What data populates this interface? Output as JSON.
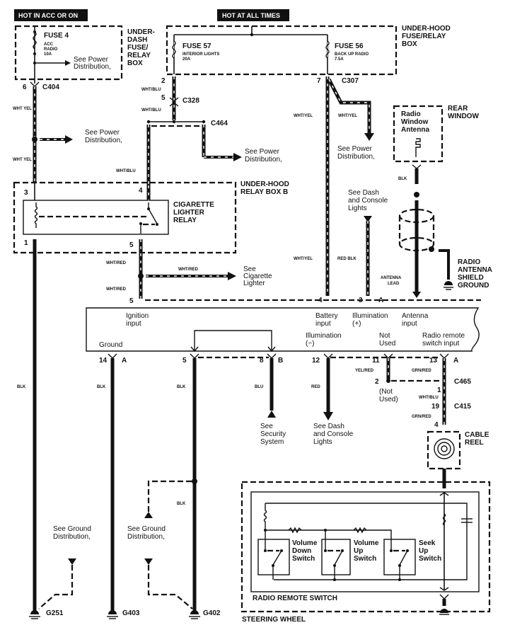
{
  "title": "Radio Wiring Diagram",
  "power_labels": {
    "acc": "HOT IN ACC OR ON",
    "always": "HOT AT ALL TIMES"
  },
  "fuses": {
    "fuse4": {
      "name": "FUSE 4",
      "desc1": "ACC",
      "desc2": "RADIO",
      "rating": "10A"
    },
    "fuse57": {
      "name": "FUSE 57",
      "desc": "INTERIOR LIGHTS",
      "rating": "20A"
    },
    "fuse56": {
      "name": "FUSE 56",
      "desc": "BACK UP RADIO",
      "rating": "7.5A"
    }
  },
  "boxes": {
    "underdash": [
      "UNDER-",
      "DASH",
      "FUSE/",
      "RELAY",
      "BOX"
    ],
    "underhood": [
      "UNDER-HOOD",
      "FUSE/RELAY",
      "BOX"
    ],
    "relaybox": [
      "UNDER-HOOD",
      "RELAY BOX B"
    ],
    "relay": [
      "CIGARETTE",
      "LIGHTER",
      "RELAY"
    ],
    "rear_window": [
      "REAR",
      "WINDOW"
    ],
    "antenna": [
      "Radio",
      "Window",
      "Antenna"
    ],
    "shield": [
      "RADIO",
      "ANTENNA",
      "SHIELD",
      "GROUND"
    ],
    "cable_reel": [
      "CABLE",
      "REEL"
    ],
    "remote_switch": "RADIO REMOTE SWITCH",
    "steering_wheel": "STEERING WHEEL"
  },
  "connectors": {
    "c404": "C404",
    "c328": "C328",
    "c464": "C464",
    "c307": "C307",
    "c465": "C465",
    "c415": "C415"
  },
  "grounds": {
    "g251": "G251",
    "g403": "G403",
    "g402": "G402"
  },
  "wires": {
    "wht_yel": "WHT/YEL",
    "wht_yel_short": "WHT YEL",
    "wht_blu": "WHT/BLU",
    "wht_red": "WHT/RED",
    "red_blk": "RED BLK",
    "blk": "BLK",
    "blu": "BLU",
    "red": "RED",
    "yel_red": "YEL/RED",
    "grn_red": "GRN/RED",
    "antenna_lead": [
      "ANTENNA",
      "LEAD"
    ]
  },
  "pins": {
    "p6": "6",
    "p2": "2",
    "p5": "5",
    "p7": "7",
    "p3": "3",
    "p4": "4",
    "p1": "1",
    "p8": "8",
    "p12": "12",
    "p11": "11",
    "p13": "13",
    "p14": "14",
    "p19": "19",
    "A": "A",
    "B": "B"
  },
  "radio_inputs": {
    "ignition": [
      "Ignition",
      "input"
    ],
    "battery": [
      "Battery",
      "input"
    ],
    "illum_pos": [
      "Illumination",
      "(+)"
    ],
    "antenna": [
      "Antenna",
      "input"
    ],
    "ground": "Ground",
    "illum_neg": [
      "Illumination",
      "(−)"
    ],
    "not_used": [
      "Not",
      "Used"
    ],
    "remote": [
      "Radio remote",
      "switch input"
    ]
  },
  "references": {
    "power1": [
      "See Power",
      "Distribution,"
    ],
    "cig": [
      "See",
      "Cigarette",
      "Lighter"
    ],
    "dash1": [
      "See Dash",
      "and Console",
      "Lights"
    ],
    "security": [
      "See",
      "Security",
      "System"
    ],
    "ground": [
      "See Ground",
      "Distribution,"
    ],
    "not_used_pin": [
      "(Not",
      "Used)"
    ]
  },
  "switches": {
    "vol_down": [
      "Volume",
      "Down",
      "Switch"
    ],
    "vol_up": [
      "Volume",
      "Up",
      "Switch"
    ],
    "seek_up": [
      "Seek",
      "Up",
      "Switch"
    ]
  }
}
